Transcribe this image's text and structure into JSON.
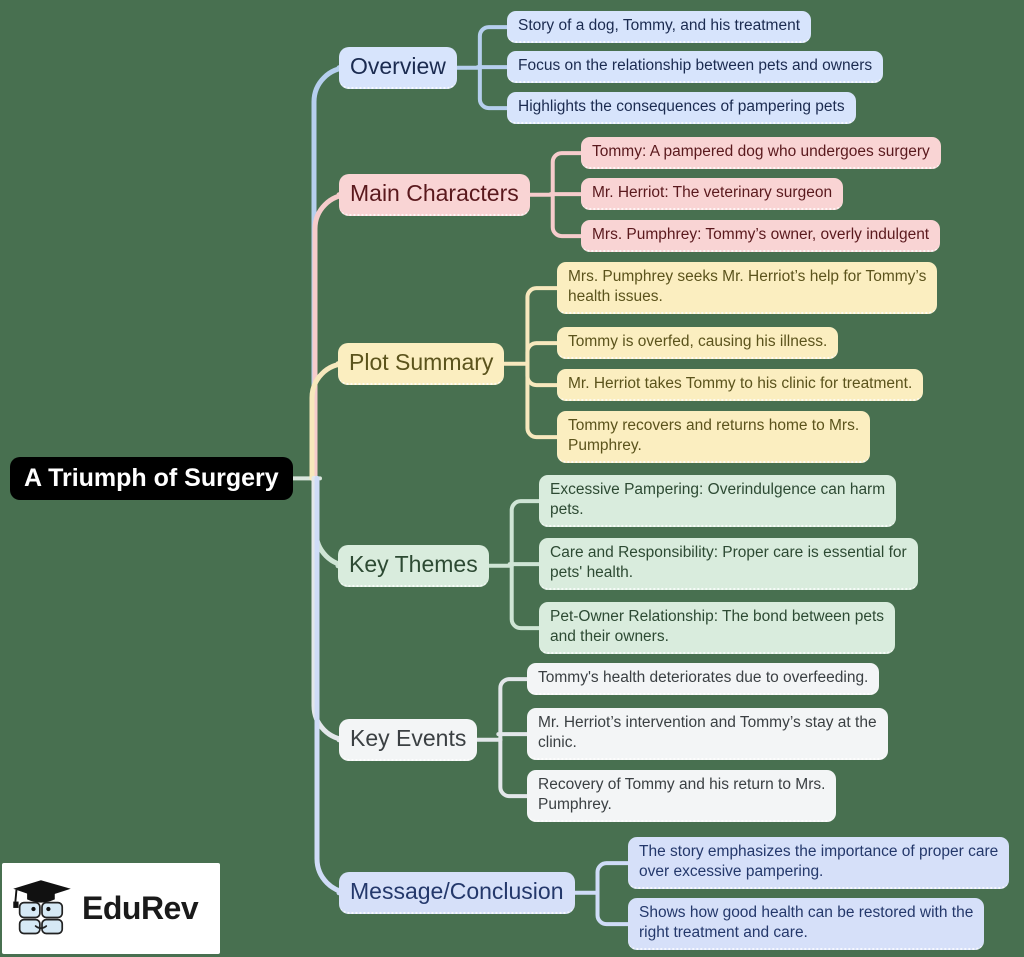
{
  "background_color": "#487050",
  "trunk_stub_color": "#dbe7de",
  "root": {
    "label": "A Triumph of Surgery",
    "bg": "#000000",
    "text_color": "#ffffff"
  },
  "branches": [
    {
      "label": "Overview",
      "box_color": "#d7e4fc",
      "text_color": "#1b2b50",
      "line_color": "#b6cfee",
      "children": [
        "Story of a dog, Tommy, and his treatment",
        "Focus on the relationship between pets and owners",
        "Highlights the consequences of pampering pets"
      ]
    },
    {
      "label": "Main Characters",
      "box_color": "#f9d4d4",
      "text_color": "#5a191d",
      "line_color": "#f6cccc",
      "children": [
        "Tommy: A pampered dog who undergoes surgery",
        "Mr. Herriot: The veterinary surgeon",
        "Mrs. Pumphrey: Tommy’s owner, overly indulgent"
      ]
    },
    {
      "label": "Plot Summary",
      "box_color": "#fbeec0",
      "text_color": "#5b531c",
      "line_color": "#f7e8bd",
      "children": [
        "Mrs. Pumphrey seeks Mr. Herriot’s help for Tommy’s\nhealth issues.",
        "Tommy is overfed, causing his illness.",
        "Mr. Herriot takes Tommy to his clinic for treatment.",
        "Tommy recovers and returns home to Mrs.\nPumphrey."
      ]
    },
    {
      "label": "Key Themes",
      "box_color": "#d9ecdd",
      "text_color": "#2d4a33",
      "line_color": "#cfe5d5",
      "children": [
        "Excessive Pampering: Overindulgence can harm\npets.",
        "Care and Responsibility: Proper care is essential for\npets' health.",
        "Pet-Owner Relationship: The bond between pets\nand their owners."
      ]
    },
    {
      "label": "Key Events",
      "box_color": "#f3f5f6",
      "text_color": "#3b4043",
      "line_color": "#e3e7ea",
      "children": [
        "Tommy's health deteriorates due to overfeeding.",
        "Mr. Herriot’s intervention and Tommy’s stay at the\nclinic.",
        "Recovery of Tommy and his return to Mrs.\nPumphrey."
      ]
    },
    {
      "label": "Message/Conclusion",
      "box_color": "#d6e0f9",
      "text_color": "#24386b",
      "line_color": "#cfdcf7",
      "children": [
        "The story emphasizes the importance of proper care\nover excessive pampering.",
        "Shows how good health can be restored with the\nright treatment and care."
      ]
    }
  ],
  "logo": {
    "text": "EduRev"
  }
}
